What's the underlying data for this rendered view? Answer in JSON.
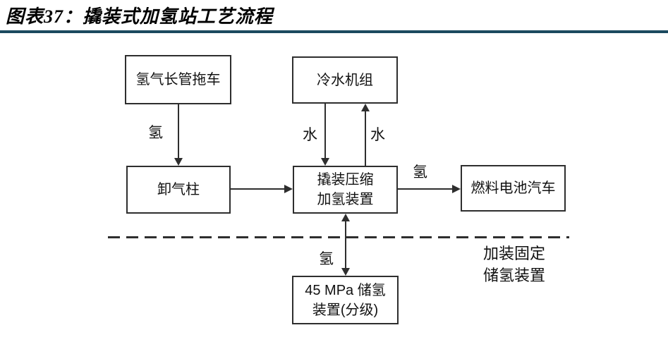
{
  "header": {
    "figure_label": "图表37：撬装式加氢站工艺流程",
    "rule_color": "#1B4A5F"
  },
  "diagram": {
    "nodes": {
      "trailer": {
        "label": "氢气长管拖车"
      },
      "chiller": {
        "label": "冷水机组"
      },
      "unloading_column": {
        "label": "卸气柱"
      },
      "compressor": {
        "line1": "撬装压缩",
        "line2": "加氢装置"
      },
      "fuel_cell_vehicle": {
        "label": "燃料电池汽车"
      },
      "storage": {
        "line1": "45 MPa 储氢",
        "line2": "装置(分级)"
      }
    },
    "flow_labels": {
      "trailer_to_unloading": "氢",
      "chiller_to_compressor": "水",
      "compressor_to_chiller": "水",
      "compressor_to_vehicle": "氢",
      "compressor_to_storage": "氢"
    },
    "annotation": {
      "line1": "加装固定",
      "line2": "储氢装置"
    },
    "edges": [
      {
        "from": "氢气长管拖车",
        "to": "卸气柱",
        "label": "氢",
        "direction": "down"
      },
      {
        "from": "冷水机组",
        "to": "撬装压缩加氢装置",
        "label": "水",
        "direction": "down"
      },
      {
        "from": "撬装压缩加氢装置",
        "to": "冷水机组",
        "label": "水",
        "direction": "up"
      },
      {
        "from": "卸气柱",
        "to": "撬装压缩加氢装置",
        "label": "",
        "direction": "right"
      },
      {
        "from": "撬装压缩加氢装置",
        "to": "燃料电池汽车",
        "label": "氢",
        "direction": "right"
      },
      {
        "from": "撬装压缩加氢装置",
        "to": "45 MPa 储氢装置(分级)",
        "label": "氢",
        "direction": "both"
      }
    ],
    "line_colors": {
      "connector": "#2e2e2e",
      "box_border": "#2e2e2e"
    }
  }
}
